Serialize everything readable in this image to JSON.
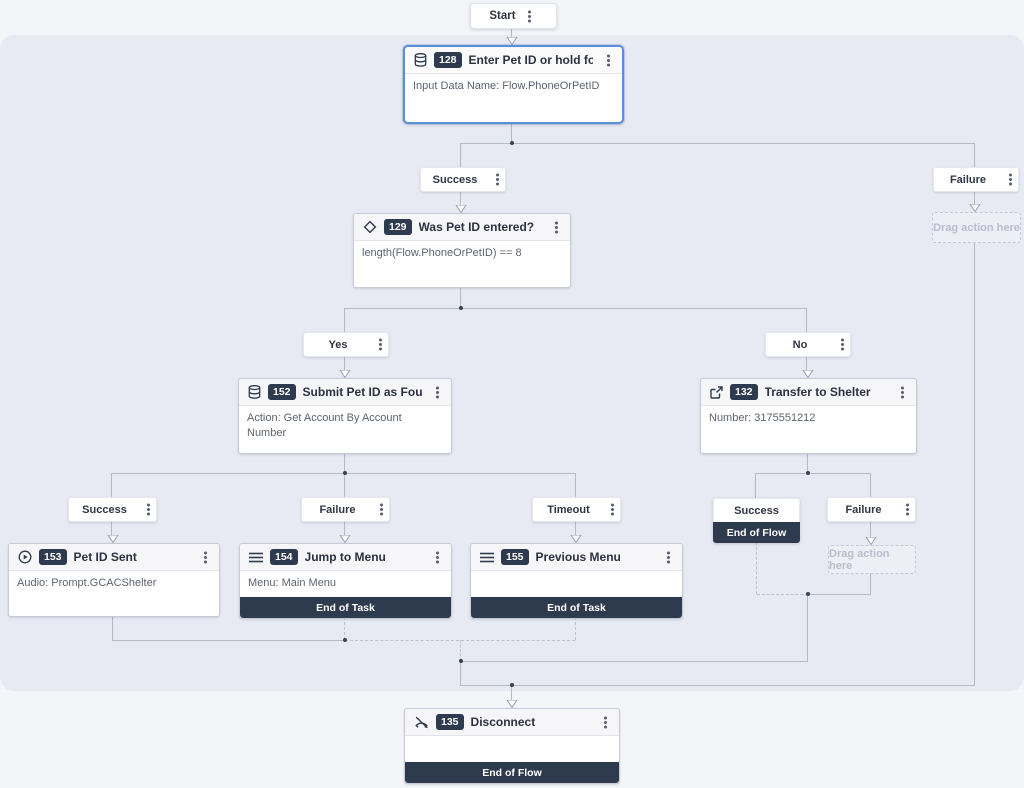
{
  "flow": {
    "start_label": "Start",
    "branch_labels": {
      "success": "Success",
      "failure": "Failure",
      "timeout": "Timeout",
      "yes": "Yes",
      "no": "No"
    },
    "terminal_labels": {
      "end_of_flow": "End of Flow",
      "end_of_task": "End of Task"
    },
    "placeholder_label": "Drag action here",
    "nodes": {
      "n128": {
        "id": "128",
        "title": "Enter Pet ID or hold for repres…",
        "body": "Input Data Name: Flow.PhoneOrPetID",
        "icon": "data-action",
        "selected": true
      },
      "n129": {
        "id": "129",
        "title": "Was Pet ID entered?",
        "body": "length(Flow.PhoneOrPetID) == 8",
        "icon": "decision"
      },
      "n152": {
        "id": "152",
        "title": "Submit Pet ID as Found",
        "body": "Action: Get Account By Account Number",
        "icon": "data-action"
      },
      "n132": {
        "id": "132",
        "title": "Transfer to Shelter",
        "body": "Number: 3175551212",
        "icon": "transfer"
      },
      "n153": {
        "id": "153",
        "title": "Pet ID Sent",
        "body": "Audio: Prompt.GCACShelter",
        "icon": "play-audio"
      },
      "n154": {
        "id": "154",
        "title": "Jump to Menu",
        "body": "Menu: Main Menu",
        "footer": "End of Task",
        "icon": "menu"
      },
      "n155": {
        "id": "155",
        "title": "Previous Menu",
        "body": "",
        "footer": "End of Task",
        "icon": "menu"
      },
      "n135": {
        "id": "135",
        "title": "Disconnect",
        "body": "",
        "footer": "End of Flow",
        "icon": "disconnect"
      }
    }
  },
  "colors": {
    "page_bg": "#f4f5f9",
    "canvas_bg": "#e7e9f3",
    "dark": "#2e3a4e",
    "accent_selected": "#5b8ed7",
    "line": "#b4b9c6",
    "line_dash": "#bcc1cf",
    "node_border": "#c7cbd6",
    "placeholder_text": "#b7bdcd"
  }
}
